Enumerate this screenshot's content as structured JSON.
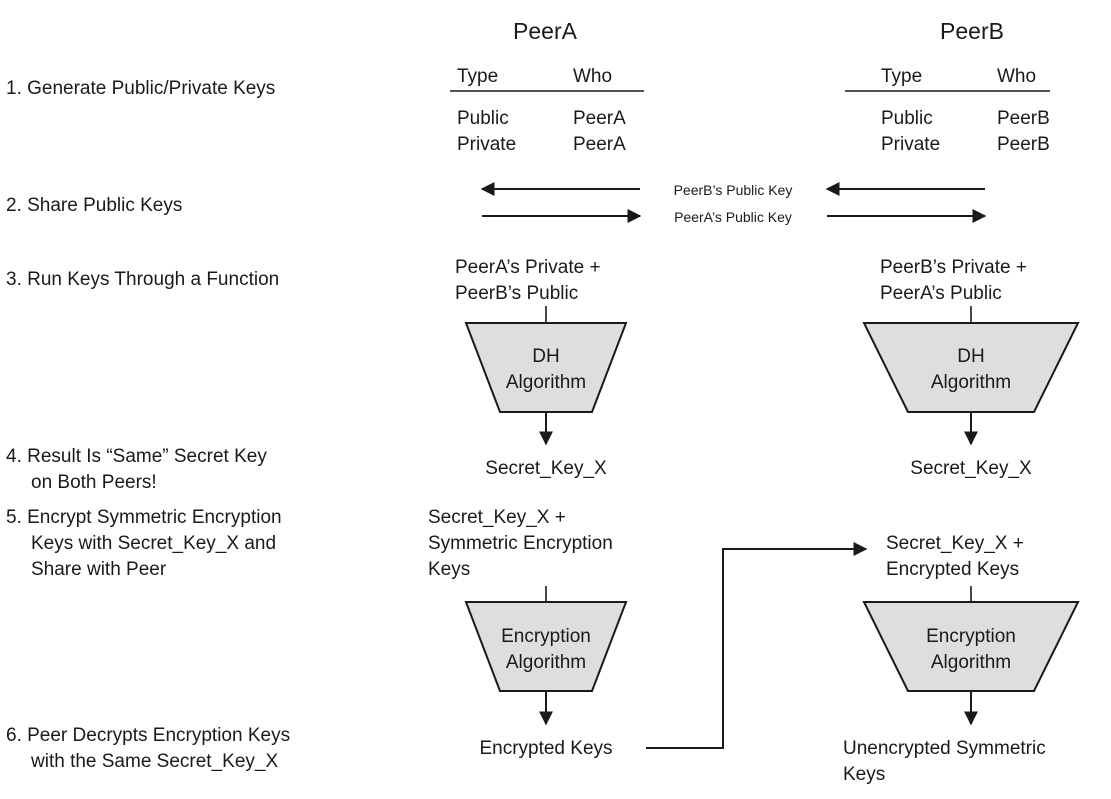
{
  "steps": [
    "1. Generate Public/Private Keys",
    "2. Share Public Keys",
    "3. Run Keys Through a Function",
    "4. Result Is “Same” Secret Key",
    "on Both Peers!",
    "5. Encrypt Symmetric Encryption",
    "Keys with Secret_Key_X and",
    "Share with Peer",
    "6. Peer Decrypts Encryption Keys",
    "with the Same Secret_Key_X"
  ],
  "peer_a": {
    "title": "PeerA",
    "table": {
      "headers": [
        "Type",
        "Who"
      ],
      "rows": [
        [
          "Public",
          "PeerA"
        ],
        [
          "Private",
          "PeerA"
        ]
      ]
    },
    "function_input": [
      "PeerA’s Private +",
      "PeerB’s Public"
    ],
    "dh_box": [
      "DH",
      "Algorithm"
    ],
    "secret": "Secret_Key_X",
    "enc_input": [
      "Secret_Key_X +",
      "Symmetric Encryption",
      "Keys"
    ],
    "enc_box": [
      "Encryption",
      "Algorithm"
    ],
    "enc_output": "Encrypted Keys"
  },
  "peer_b": {
    "title": "PeerB",
    "table": {
      "headers": [
        "Type",
        "Who"
      ],
      "rows": [
        [
          "Public",
          "PeerB"
        ],
        [
          "Private",
          "PeerB"
        ]
      ]
    },
    "function_input": [
      "PeerB’s Private +",
      "PeerA’s Public"
    ],
    "dh_box": [
      "DH",
      "Algorithm"
    ],
    "secret": "Secret_Key_X",
    "dec_input": [
      "Secret_Key_X +",
      "Encrypted Keys"
    ],
    "dec_box": [
      "Encryption",
      "Algorithm"
    ],
    "dec_output": [
      "Unencrypted Symmetric",
      "Keys"
    ]
  },
  "exchange": {
    "b_to_a": "PeerB’s Public Key",
    "a_to_b": "PeerA’s Public Key"
  }
}
